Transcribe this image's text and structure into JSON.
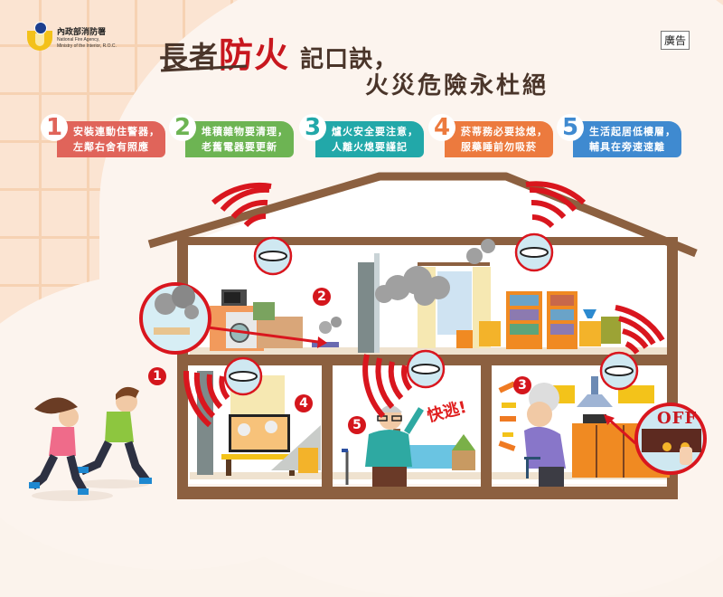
{
  "header": {
    "agency_name_zh": "內政部消防署",
    "agency_name_en_line1": "National Fire Agency,",
    "agency_name_en_line2": "Ministry of the Interior, R.O.C.",
    "title_part1": "長者",
    "title_highlight": "防火",
    "title_part2": "記口訣",
    "title_comma": "，",
    "subtitle": "火災危險永杜絕",
    "ad_badge": "廣告"
  },
  "tips": [
    {
      "number": "1",
      "line1": "安裝連動住警器，",
      "line2": "左鄰右舍有照應",
      "color": "#e0645a"
    },
    {
      "number": "2",
      "line1": "堆積雜物要清理，",
      "line2": "老舊電器要更新",
      "color": "#6db453"
    },
    {
      "number": "3",
      "line1": "爐火安全要注意，",
      "line2": "人離火熄要謹記",
      "color": "#22a8a9"
    },
    {
      "number": "4",
      "line1": "菸蒂務必要捻熄，",
      "line2": "服藥睡前勿吸菸",
      "color": "#ec7a3e"
    },
    {
      "number": "5",
      "line1": "生活起居低樓層，",
      "line2": "輔具在旁速速離",
      "color": "#3f8ad0"
    }
  ],
  "scene": {
    "labels": [
      "1",
      "2",
      "3",
      "4",
      "5"
    ],
    "shout": "快逃!",
    "stove_sign": "OFF"
  },
  "colors": {
    "wall": "#8c6040",
    "alarm_red": "#d9161e",
    "title_brown": "#4a352a",
    "title_red": "#c8171e"
  }
}
